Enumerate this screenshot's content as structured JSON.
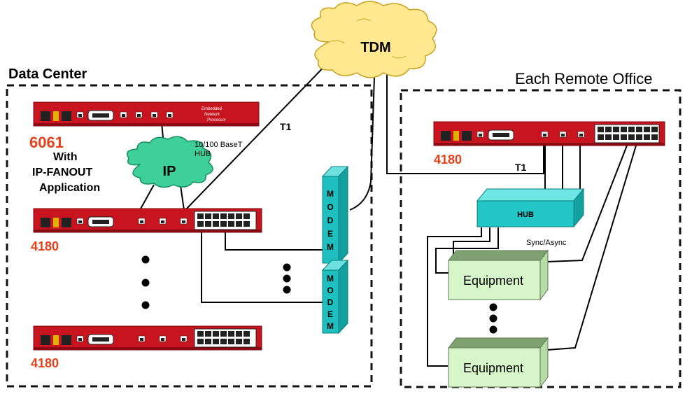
{
  "diagram": {
    "cloud_tdm": "TDM",
    "cloud_ip": "IP",
    "data_center_title": "Data Center",
    "remote_office_title": "Each Remote Office",
    "label_6061": "6061",
    "with_line1": "With",
    "with_line2": "IP-FANOUT",
    "with_line3": "Application",
    "basetx_line1": "10/100 BaseT",
    "basetx_line2": "HUB",
    "t1_left": "T1",
    "t1_right": "T1",
    "label_4180_top": "4180",
    "label_4180_bottom": "4180",
    "label_4180_remote": "4180",
    "modem_letters": [
      "M",
      "O",
      "D",
      "E",
      "M"
    ],
    "hub_label": "HUB",
    "sync_label": "Sync/Async",
    "equipment_label": "Equipment",
    "en_line1": "Embedded",
    "en_line2": "Network",
    "en_line3": "Processor",
    "colors": {
      "router_red": "#c8141e",
      "model_number": "#e8401a",
      "cloud_yellow": "#ffe890",
      "cloud_green": "#3fcf9a",
      "modem_teal": "#1fbfbf",
      "hub_teal": "#22c6c6",
      "equipment_green": "#d6f5c8"
    }
  }
}
